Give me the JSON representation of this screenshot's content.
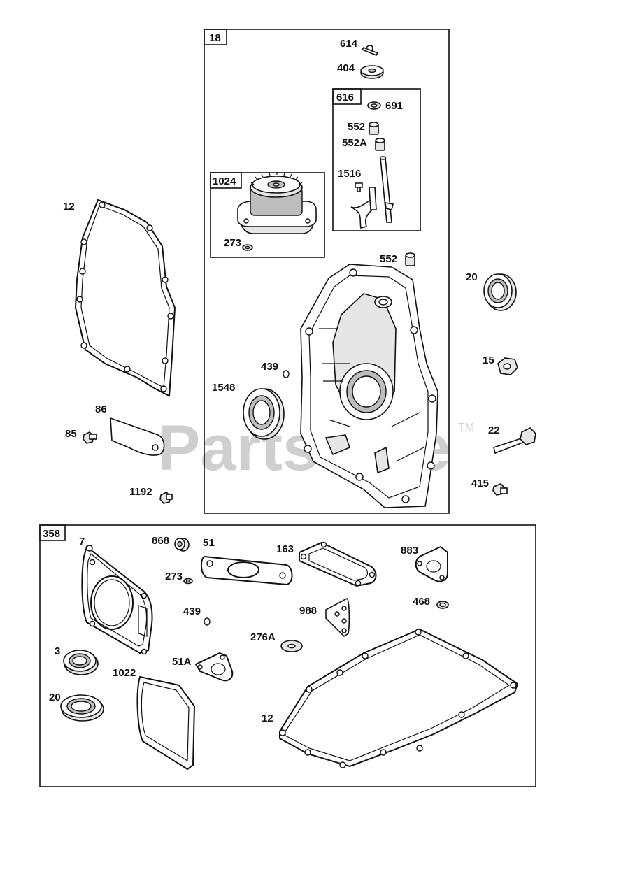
{
  "watermark": {
    "text": "PartsTree",
    "trademark": "TM"
  },
  "group_boxes": {
    "box_18": "18",
    "box_616": "616",
    "box_1024": "1024",
    "box_358": "358"
  },
  "callouts": {
    "c614": "614",
    "c404": "404",
    "c691": "691",
    "c552a": "552",
    "c552A": "552A",
    "c1516": "1516",
    "c273a": "273",
    "c552b": "552",
    "c12a": "12",
    "c20a": "20",
    "c15": "15",
    "c439a": "439",
    "c1548": "1548",
    "c86": "86",
    "c85": "85",
    "c22": "22",
    "c415": "415",
    "c1192": "1192",
    "c7": "7",
    "c868": "868",
    "c51": "51",
    "c163": "163",
    "c883": "883",
    "c273b": "273",
    "c468": "468",
    "c439b": "439",
    "c988": "988",
    "c276A": "276A",
    "c3": "3",
    "c51A": "51A",
    "c1022": "1022",
    "c20b": "20",
    "c12b": "12"
  },
  "colors": {
    "line": "#111111",
    "watermark": "#cfcfcf",
    "background": "#ffffff"
  }
}
